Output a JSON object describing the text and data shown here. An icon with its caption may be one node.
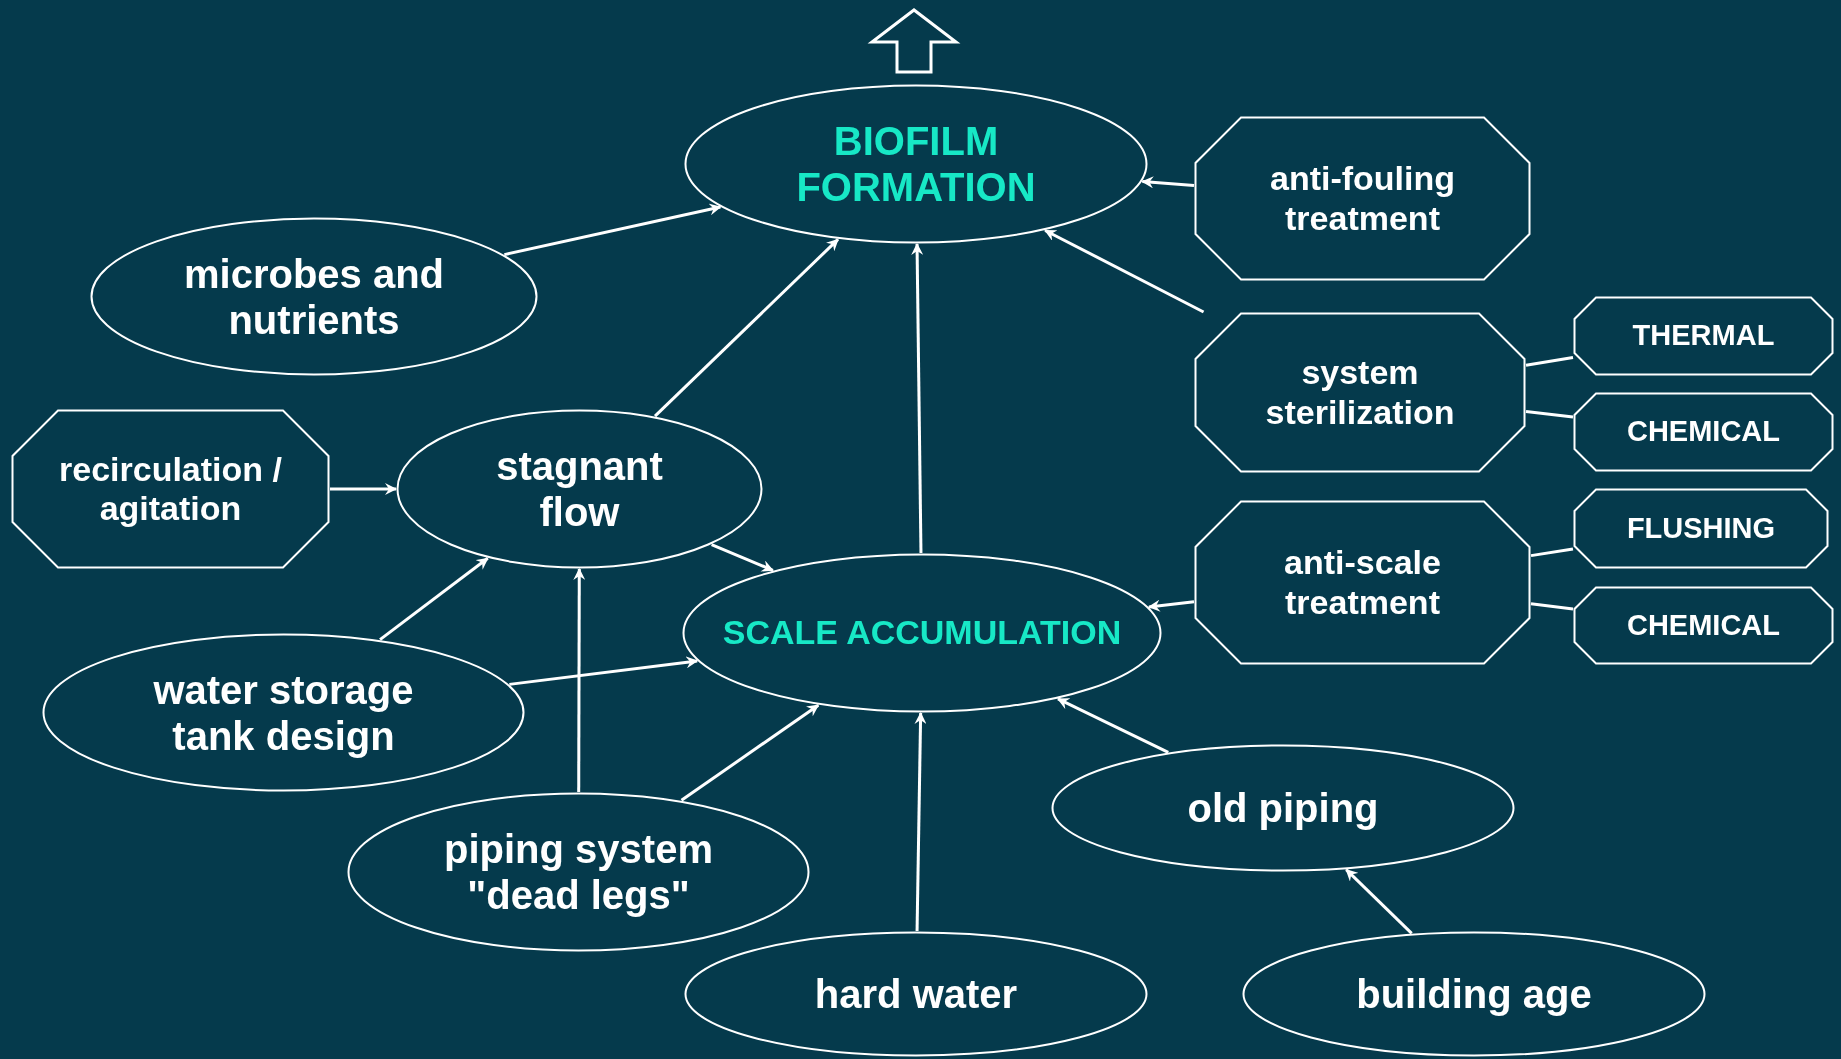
{
  "diagram": {
    "nodes": [
      {
        "text": [
          "BIOFILM FORMATION"
        ]
      },
      {
        "text": [
          "anti-fouling treatment"
        ]
      },
      {
        "text": [
          "microbes and nutrients"
        ]
      },
      {
        "text": [
          "system sterilization"
        ]
      },
      {
        "text": [
          "THERMAL"
        ]
      },
      {
        "text": [
          "CHEMICAL"
        ]
      },
      {
        "text": [
          "recirculation / agitation"
        ]
      },
      {
        "text": [
          "stagnant flow"
        ]
      },
      {
        "text": [
          "anti-scale treatment"
        ]
      },
      {
        "text": [
          "FLUSHING"
        ]
      },
      {
        "text": [
          "CHEMICAL"
        ]
      },
      {
        "text": [
          "SCALE ACCUMULATION"
        ]
      },
      {
        "text": [
          "water storage tank design"
        ]
      },
      {
        "text": [
          "old piping"
        ]
      },
      {
        "text": [
          "piping system \"dead legs\""
        ]
      },
      {
        "text": [
          "hard water"
        ]
      },
      {
        "text": [
          "building age"
        ]
      }
    ],
    "edges": [
      {
        "from": 2,
        "to": 0,
        "arrow": "to"
      },
      {
        "from": 7,
        "to": 0,
        "arrow": "to"
      },
      {
        "from": 11,
        "to": 0,
        "arrow": "to"
      },
      {
        "from": 1,
        "to": 0,
        "arrow": "to"
      },
      {
        "from": 3,
        "to": 0,
        "arrow": "to"
      },
      {
        "from": 3,
        "to": 4,
        "arrow": "none"
      },
      {
        "from": 3,
        "to": 5,
        "arrow": "none"
      },
      {
        "from": 8,
        "to": 9,
        "arrow": "none"
      },
      {
        "from": 8,
        "to": 10,
        "arrow": "none"
      },
      {
        "from": 8,
        "to": 11,
        "arrow": "to"
      },
      {
        "from": 6,
        "to": 7,
        "arrow": "to"
      },
      {
        "from": 7,
        "to": 11,
        "arrow": "to"
      },
      {
        "from": 12,
        "to": 7,
        "arrow": "to"
      },
      {
        "from": 12,
        "to": 11,
        "arrow": "to"
      },
      {
        "from": 14,
        "to": 7,
        "arrow": "to"
      },
      {
        "from": 14,
        "to": 11,
        "arrow": "to"
      },
      {
        "from": 15,
        "to": 11,
        "arrow": "to"
      },
      {
        "from": 13,
        "to": 11,
        "arrow": "to"
      },
      {
        "from": 16,
        "to": 13,
        "arrow": "to"
      }
    ]
  }
}
